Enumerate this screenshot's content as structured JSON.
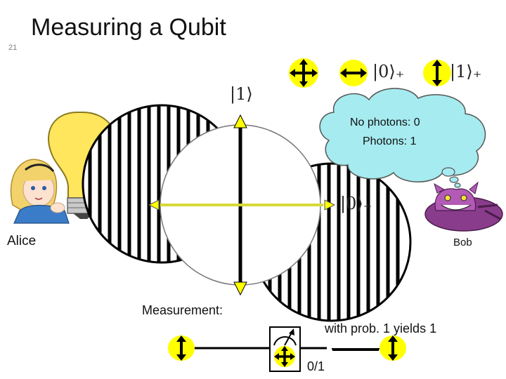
{
  "slide": {
    "number": "21",
    "title": "Measuring a Qubit"
  },
  "basis": {
    "ket_zero_plus": "|0⟩₊",
    "ket_one_plus": "|1⟩₊",
    "ket_one_vertical": "|1⟩",
    "ket_zero_horizontal": "|0⟩₊"
  },
  "characters": {
    "alice": "Alice",
    "bob": "Bob"
  },
  "thought_cloud": {
    "line1": "No photons: 0",
    "line2": "Photons: 1"
  },
  "measurement": {
    "label": "Measurement:",
    "probability_text": "with prob. 1 yields 1",
    "outcome_text": "0/1"
  },
  "colors": {
    "yellow": "#ffff00",
    "bulb_yellow": "#ffe65c",
    "cloud": "#a6ebf0",
    "cat_purple": "#8a3c8c"
  },
  "icons": [
    "bidirectional-cross-arrow-icon",
    "horizontal-arrow-icon",
    "vertical-arrow-icon",
    "light-bulb-icon",
    "meter-icon"
  ]
}
